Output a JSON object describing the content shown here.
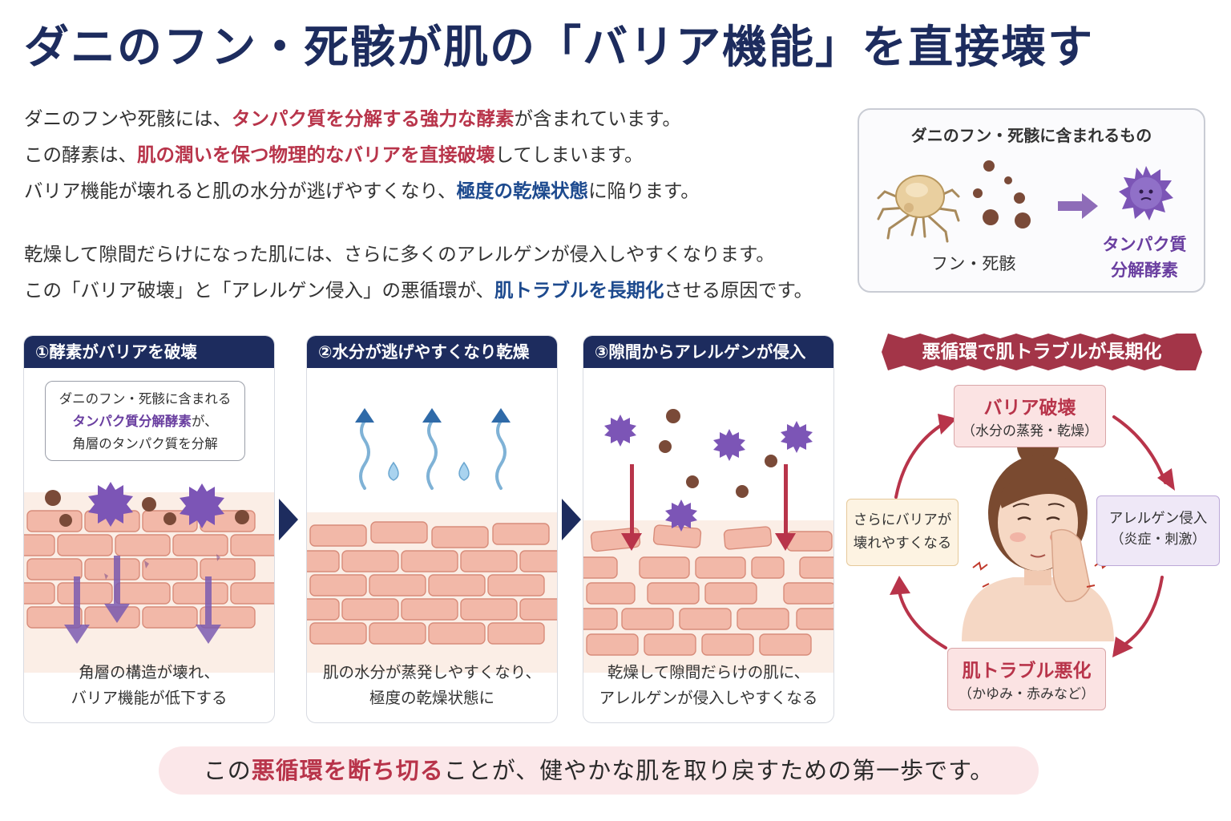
{
  "title": "ダニのフン・死骸が肌の「バリア機能」を直接壊す",
  "intro": {
    "p1": [
      [
        "ダニのフンや死骸には、",
        "",
        ""
      ],
      [
        "タンパク質を分解する強力な酵素",
        "red",
        ""
      ],
      [
        "が含まれています。",
        "",
        ""
      ]
    ],
    "p2a": "この酵素は、",
    "p2b": "肌の潤いを保つ物理的なバリアを直接破壊",
    "p2c": "してしまいます。",
    "p3a": "バリア機能が壊れると肌の水分が逃げやすくなり、",
    "p3b": "極度の乾燥状態",
    "p3c": "に陥ります。",
    "p4": "乾燥して隙間だらけになった肌には、さらに多くのアレルゲンが侵入しやすくなります。",
    "p5a": "この「バリア破壊」と「アレルゲン侵入」の悪循環が、",
    "p5b": "肌トラブルを長期化",
    "p5c": "させる原因です。"
  },
  "contents_box": {
    "title": "ダニのフン・死骸に含まれるもの",
    "left_label": "フン・死骸",
    "right_label_1": "タンパク質",
    "right_label_2": "分解酵素"
  },
  "steps": [
    {
      "header": "①酵素がバリアを破壊",
      "bubble_1": "ダニのフン・死骸に含まれる",
      "bubble_2": "タンパク質分解酵素",
      "bubble_3": "が、",
      "bubble_4": "角層のタンパク質を分解",
      "cap_1": "角層の構造が壊れ、",
      "cap_2": "バリア機能が低下する"
    },
    {
      "header": "②水分が逃げやすくなり乾燥",
      "cap_1": "肌の水分が蒸発しやすくなり、",
      "cap_2": "極度の乾燥状態に"
    },
    {
      "header": "③隙間からアレルゲンが侵入",
      "cap_1": "乾燥して隙間だらけの肌に、",
      "cap_2": "アレルゲンが侵入しやすくなる"
    }
  ],
  "cycle": {
    "banner": "悪循環で肌トラブルが長期化",
    "barrier_main": "バリア破壊",
    "barrier_sub": "（水分の蒸発・乾燥）",
    "allergen_main": "アレルゲン侵入",
    "allergen_sub": "（炎症・刺激）",
    "trouble_main": "肌トラブル悪化",
    "trouble_sub": "（かゆみ・赤みなど）",
    "more_1": "さらにバリアが",
    "more_2": "壊れやすくなる"
  },
  "footer": {
    "a": "この",
    "b": "悪循環を断ち切る",
    "c": "ことが、健やかな肌を取り戻すための第一歩です。"
  },
  "colors": {
    "navy": "#1d2c5e",
    "accent_red": "#b8344a",
    "accent_blue": "#1d4a8e",
    "accent_purple": "#6a3fa0"
  }
}
